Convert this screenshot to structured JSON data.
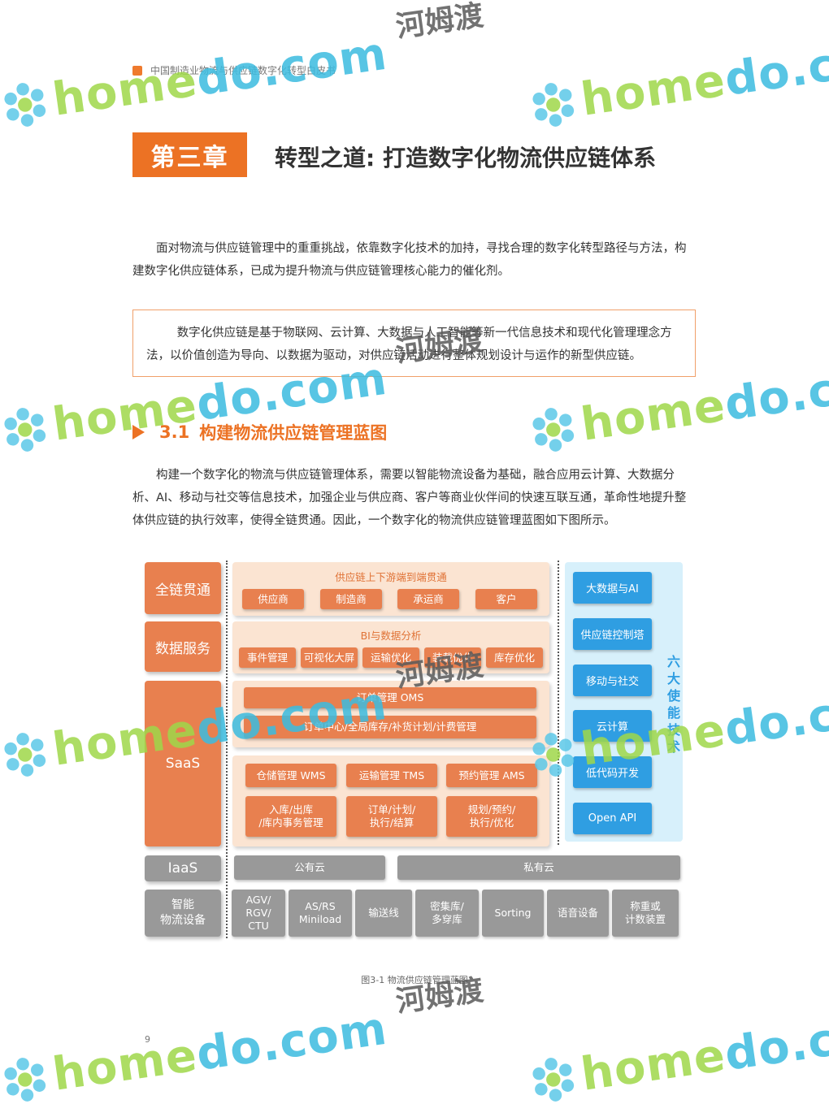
{
  "header": {
    "title": "中国制造业物流与供应链数字化转型白皮书"
  },
  "chapter": {
    "label": "第三章",
    "title": "转型之道: 打造数字化物流供应链体系"
  },
  "intro_paragraph": "面对物流与供应链管理中的重重挑战，依靠数字化技术的加持，寻找合理的数字化转型路径与方法，构建数字化供应链体系，已成为提升物流与供应链管理核心能力的催化剂。",
  "definition_box": "数字化供应链是基于物联网、云计算、大数据与人工智能等新一代信息技术和现代化管理理念方法，以价值创造为导向、以数据为驱动，对供应链活动进行整体规划设计与运作的新型供应链。",
  "section": {
    "number": "3.1",
    "title": "构建物流供应链管理蓝图"
  },
  "section_paragraph": "构建一个数字化的物流与供应链管理体系，需要以智能物流设备为基础，融合应用云计算、大数据分析、AI、移动与社交等信息技术，加强企业与供应商、客户等商业伙伴间的快速互联互通，革命性地提升整体供应链的执行效率，使得全链贯通。因此，一个数字化的物流供应链管理蓝图如下图所示。",
  "diagram": {
    "left_labels": [
      "全链贯通",
      "数据服务",
      "SaaS",
      "IaaS",
      "智能\n物流设备"
    ],
    "chain_panel": {
      "title": "供应链上下游端到端贯通",
      "items": [
        "供应商",
        "制造商",
        "承运商",
        "客户"
      ]
    },
    "bi_panel": {
      "title": "BI与数据分析",
      "items": [
        "事件管理",
        "可视化大屏",
        "运输优化",
        "装载优化",
        "库存优化"
      ]
    },
    "oms_panel": {
      "title_bar": "订单管理 OMS",
      "sub_bar": "订单中心/全局库存/补货计划/计费管理"
    },
    "exec_panel": {
      "systems": [
        "仓储管理 WMS",
        "运输管理 TMS",
        "预约管理 AMS"
      ],
      "details": [
        "入库/出库\n/库内事务管理",
        "订单/计划/\n执行/结算",
        "规划/预约/\n执行/优化"
      ]
    },
    "cloud": {
      "public": "公有云",
      "private": "私有云"
    },
    "devices": [
      "AGV/\nRGV/\nCTU",
      "AS/RS\nMiniload",
      "输送线",
      "密集库/\n多穿库",
      "Sorting",
      "语音设备",
      "称重或\n计数装置"
    ],
    "tech_panel": {
      "items": [
        "大数据与AI",
        "供应链控制塔",
        "移动与社交",
        "云计算",
        "低代码开发",
        "Open API"
      ],
      "side_label": "六大使能技术"
    }
  },
  "caption": "图3-1 物流供应链管理蓝图",
  "page_number": "9",
  "watermark": {
    "brand_a": "home",
    "brand_b": "do.com",
    "brand_cn": "河姆渡"
  },
  "colors": {
    "accent": "#ec7224",
    "tech_blue": "#2f9ee2",
    "panel_bg": "#fbe4d2"
  }
}
